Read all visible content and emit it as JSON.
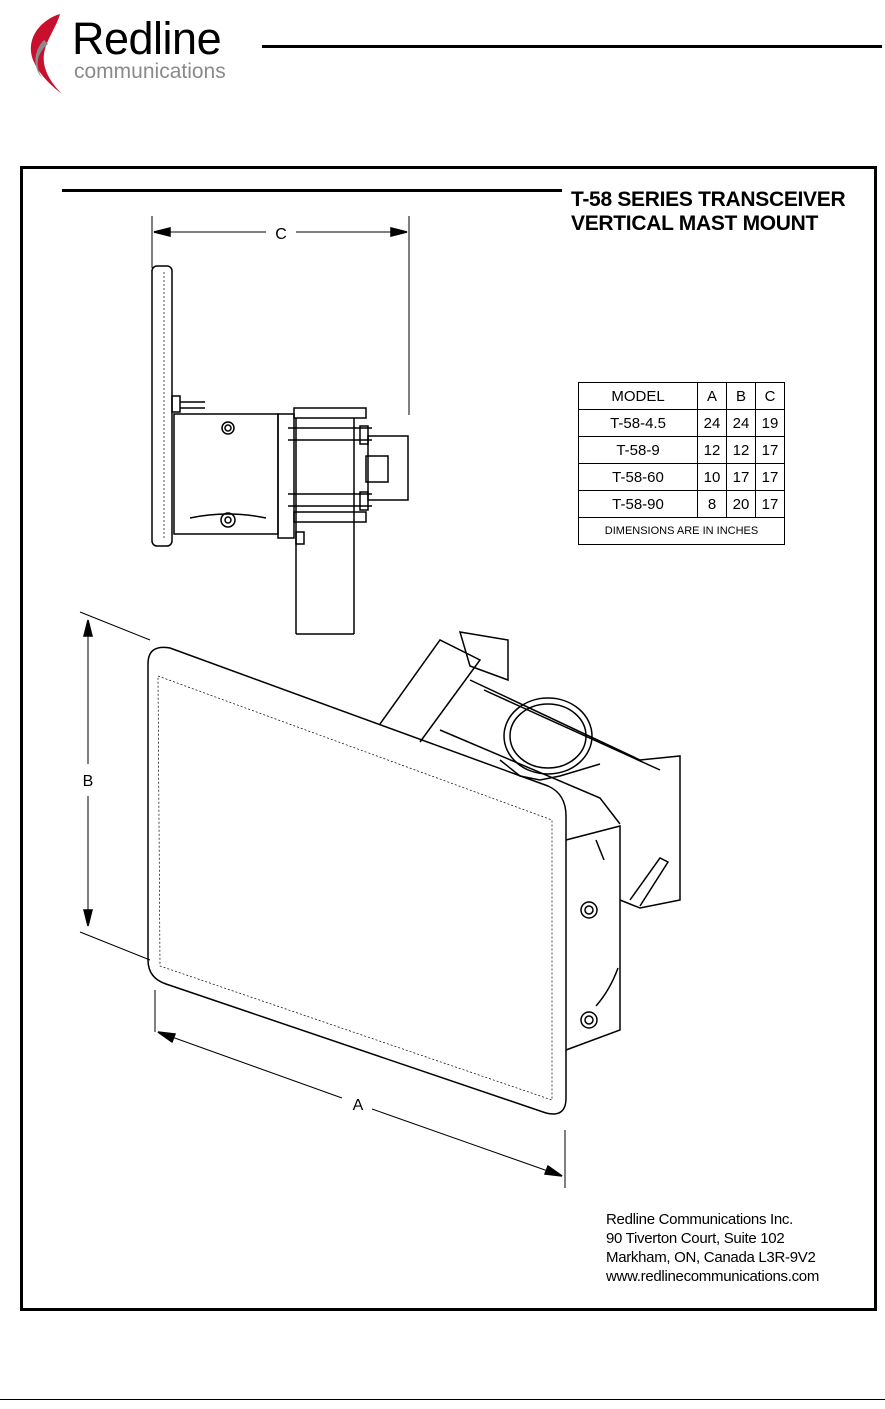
{
  "header": {
    "logo_name": "Redline",
    "logo_sub": "communications"
  },
  "title": {
    "line1": "T-58 SERIES TRANSCEIVER",
    "line2": "VERTICAL MAST MOUNT"
  },
  "dimensions": {
    "a": "A",
    "b": "B",
    "c": "C"
  },
  "table": {
    "headers": [
      "MODEL",
      "A",
      "B",
      "C"
    ],
    "rows": [
      [
        "T-58-4.5",
        "24",
        "24",
        "19"
      ],
      [
        "T-58-9",
        "12",
        "12",
        "17"
      ],
      [
        "T-58-60",
        "10",
        "17",
        "17"
      ],
      [
        "T-58-90",
        "8",
        "20",
        "17"
      ]
    ],
    "note": "DIMENSIONS ARE IN INCHES"
  },
  "address": {
    "company": "Redline Communications Inc.",
    "street": "90 Tiverton Court, Suite 102",
    "city": "Markham, ON, Canada L3R-9V2",
    "web": "www.redlinecommunications.com"
  },
  "colors": {
    "logo_red": "#c8102e",
    "logo_gray": "#8a8a8a"
  }
}
